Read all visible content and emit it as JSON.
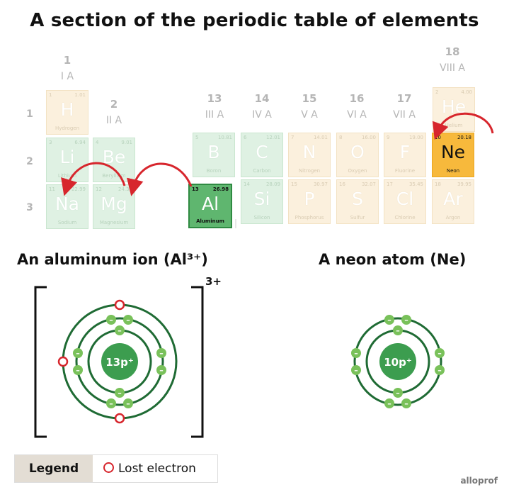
{
  "title": "A section of the periodic table of elements",
  "groups": [
    {
      "num": "1",
      "roman": "I A"
    },
    {
      "num": "2",
      "roman": "II A"
    },
    {
      "num": "13",
      "roman": "III A"
    },
    {
      "num": "14",
      "roman": "IV A"
    },
    {
      "num": "15",
      "roman": "V A"
    },
    {
      "num": "16",
      "roman": "VI A"
    },
    {
      "num": "17",
      "roman": "VII A"
    },
    {
      "num": "18",
      "roman": "VIII A"
    }
  ],
  "periods": [
    "1",
    "2",
    "3"
  ],
  "elements": {
    "H": {
      "num": "1",
      "mass": "1.01",
      "sym": "H",
      "name": "Hydrogen"
    },
    "He": {
      "num": "2",
      "mass": "4.00",
      "sym": "He",
      "name": "Helium"
    },
    "Li": {
      "num": "3",
      "mass": "6.94",
      "sym": "Li",
      "name": "Lithium"
    },
    "Be": {
      "num": "4",
      "mass": "9.01",
      "sym": "Be",
      "name": "Beryllium"
    },
    "B": {
      "num": "5",
      "mass": "10.81",
      "sym": "B",
      "name": "Boron"
    },
    "C": {
      "num": "6",
      "mass": "12.01",
      "sym": "C",
      "name": "Carbon"
    },
    "N": {
      "num": "7",
      "mass": "14.01",
      "sym": "N",
      "name": "Nitrogen"
    },
    "O": {
      "num": "8",
      "mass": "16.00",
      "sym": "O",
      "name": "Oxygen"
    },
    "F": {
      "num": "9",
      "mass": "19.00",
      "sym": "F",
      "name": "Fluorine"
    },
    "Ne": {
      "num": "10",
      "mass": "20.18",
      "sym": "Ne",
      "name": "Neon"
    },
    "Na": {
      "num": "11",
      "mass": "22.99",
      "sym": "Na",
      "name": "Sodium"
    },
    "Mg": {
      "num": "12",
      "mass": "24.31",
      "sym": "Mg",
      "name": "Magnesium"
    },
    "Al": {
      "num": "13",
      "mass": "26.98",
      "sym": "Al",
      "name": "Aluminum"
    },
    "Si": {
      "num": "14",
      "mass": "28.09",
      "sym": "Si",
      "name": "Silicon"
    },
    "P": {
      "num": "15",
      "mass": "30.97",
      "sym": "P",
      "name": "Phosphorus"
    },
    "S": {
      "num": "16",
      "mass": "32.07",
      "sym": "S",
      "name": "Sulfur"
    },
    "Cl": {
      "num": "17",
      "mass": "35.45",
      "sym": "Cl",
      "name": "Chlorine"
    },
    "Ar": {
      "num": "18",
      "mass": "39.95",
      "sym": "Ar",
      "name": "Argon"
    }
  },
  "ion": {
    "title": "An aluminum ion (Al³⁺)",
    "charge": "3+",
    "nucleus": "13p⁺",
    "shells": [
      2,
      8,
      0
    ],
    "lost_electrons": 3
  },
  "atom": {
    "title": "A neon atom (Ne)",
    "nucleus": "10p⁺",
    "shells": [
      2,
      8
    ]
  },
  "electron_symbol": "–",
  "legend": {
    "heading": "Legend",
    "item": "Lost electron"
  },
  "brand": "alloprof",
  "colors": {
    "green": "#3c9d4f",
    "orbit": "#1f6b34",
    "electron": "#79c15a",
    "lost": "#d7262d",
    "arrow": "#d7262d",
    "neon": "#f7b93c"
  }
}
